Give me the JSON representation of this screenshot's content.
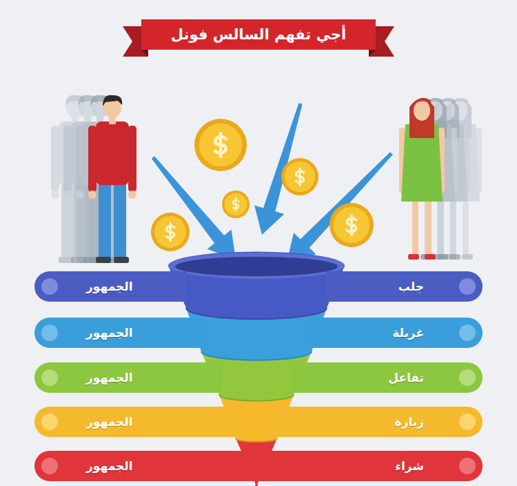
{
  "diagram": {
    "title": "أجي تفهم السالس فونل",
    "nodes": [
      {
        "text": [
          "جلب",
          "الجمهور"
        ]
      },
      {
        "text": [
          "غربلة",
          "الجمهور"
        ]
      },
      {
        "text": [
          "تفاعل",
          "الجمهور"
        ]
      },
      {
        "text": [
          "زيارة",
          "الجمهور"
        ]
      },
      {
        "text": [
          "شراء",
          "الجمهور"
        ]
      }
    ]
  }
}
